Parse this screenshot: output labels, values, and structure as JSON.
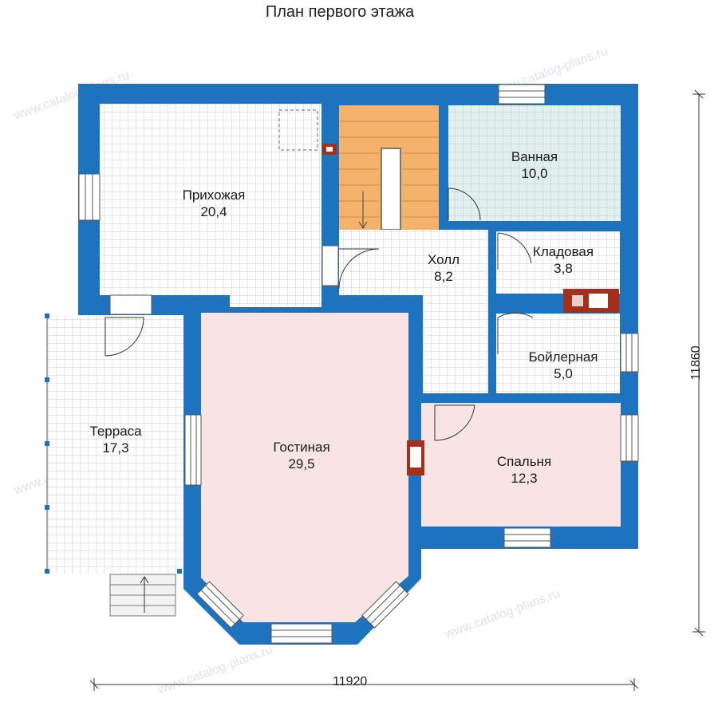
{
  "title": "План первого этажа",
  "rooms": {
    "hallway": {
      "name": "Прихожая",
      "area": "20,4"
    },
    "bathroom": {
      "name": "Ванная",
      "area": "10,0"
    },
    "hall": {
      "name": "Холл",
      "area": "8,2"
    },
    "storage": {
      "name": "Кладовая",
      "area": "3,8"
    },
    "boiler": {
      "name": "Бойлерная",
      "area": "5,0"
    },
    "terrace": {
      "name": "Терраса",
      "area": "17,3"
    },
    "living": {
      "name": "Гостиная",
      "area": "29,5"
    },
    "bedroom": {
      "name": "Спальня",
      "area": "12,3"
    }
  },
  "dimensions": {
    "width": "11920",
    "height": "11860"
  },
  "watermark": "www.catalog-plans.ru",
  "colors": {
    "wall": "#1e73be",
    "floor_default": "#ffffff",
    "grid": "#c9cfd6",
    "living_floor": "#f8e4e4",
    "bathroom_floor": "#e2f1ef",
    "stairs": "#f4b26a",
    "chimney": "#a4301c"
  }
}
